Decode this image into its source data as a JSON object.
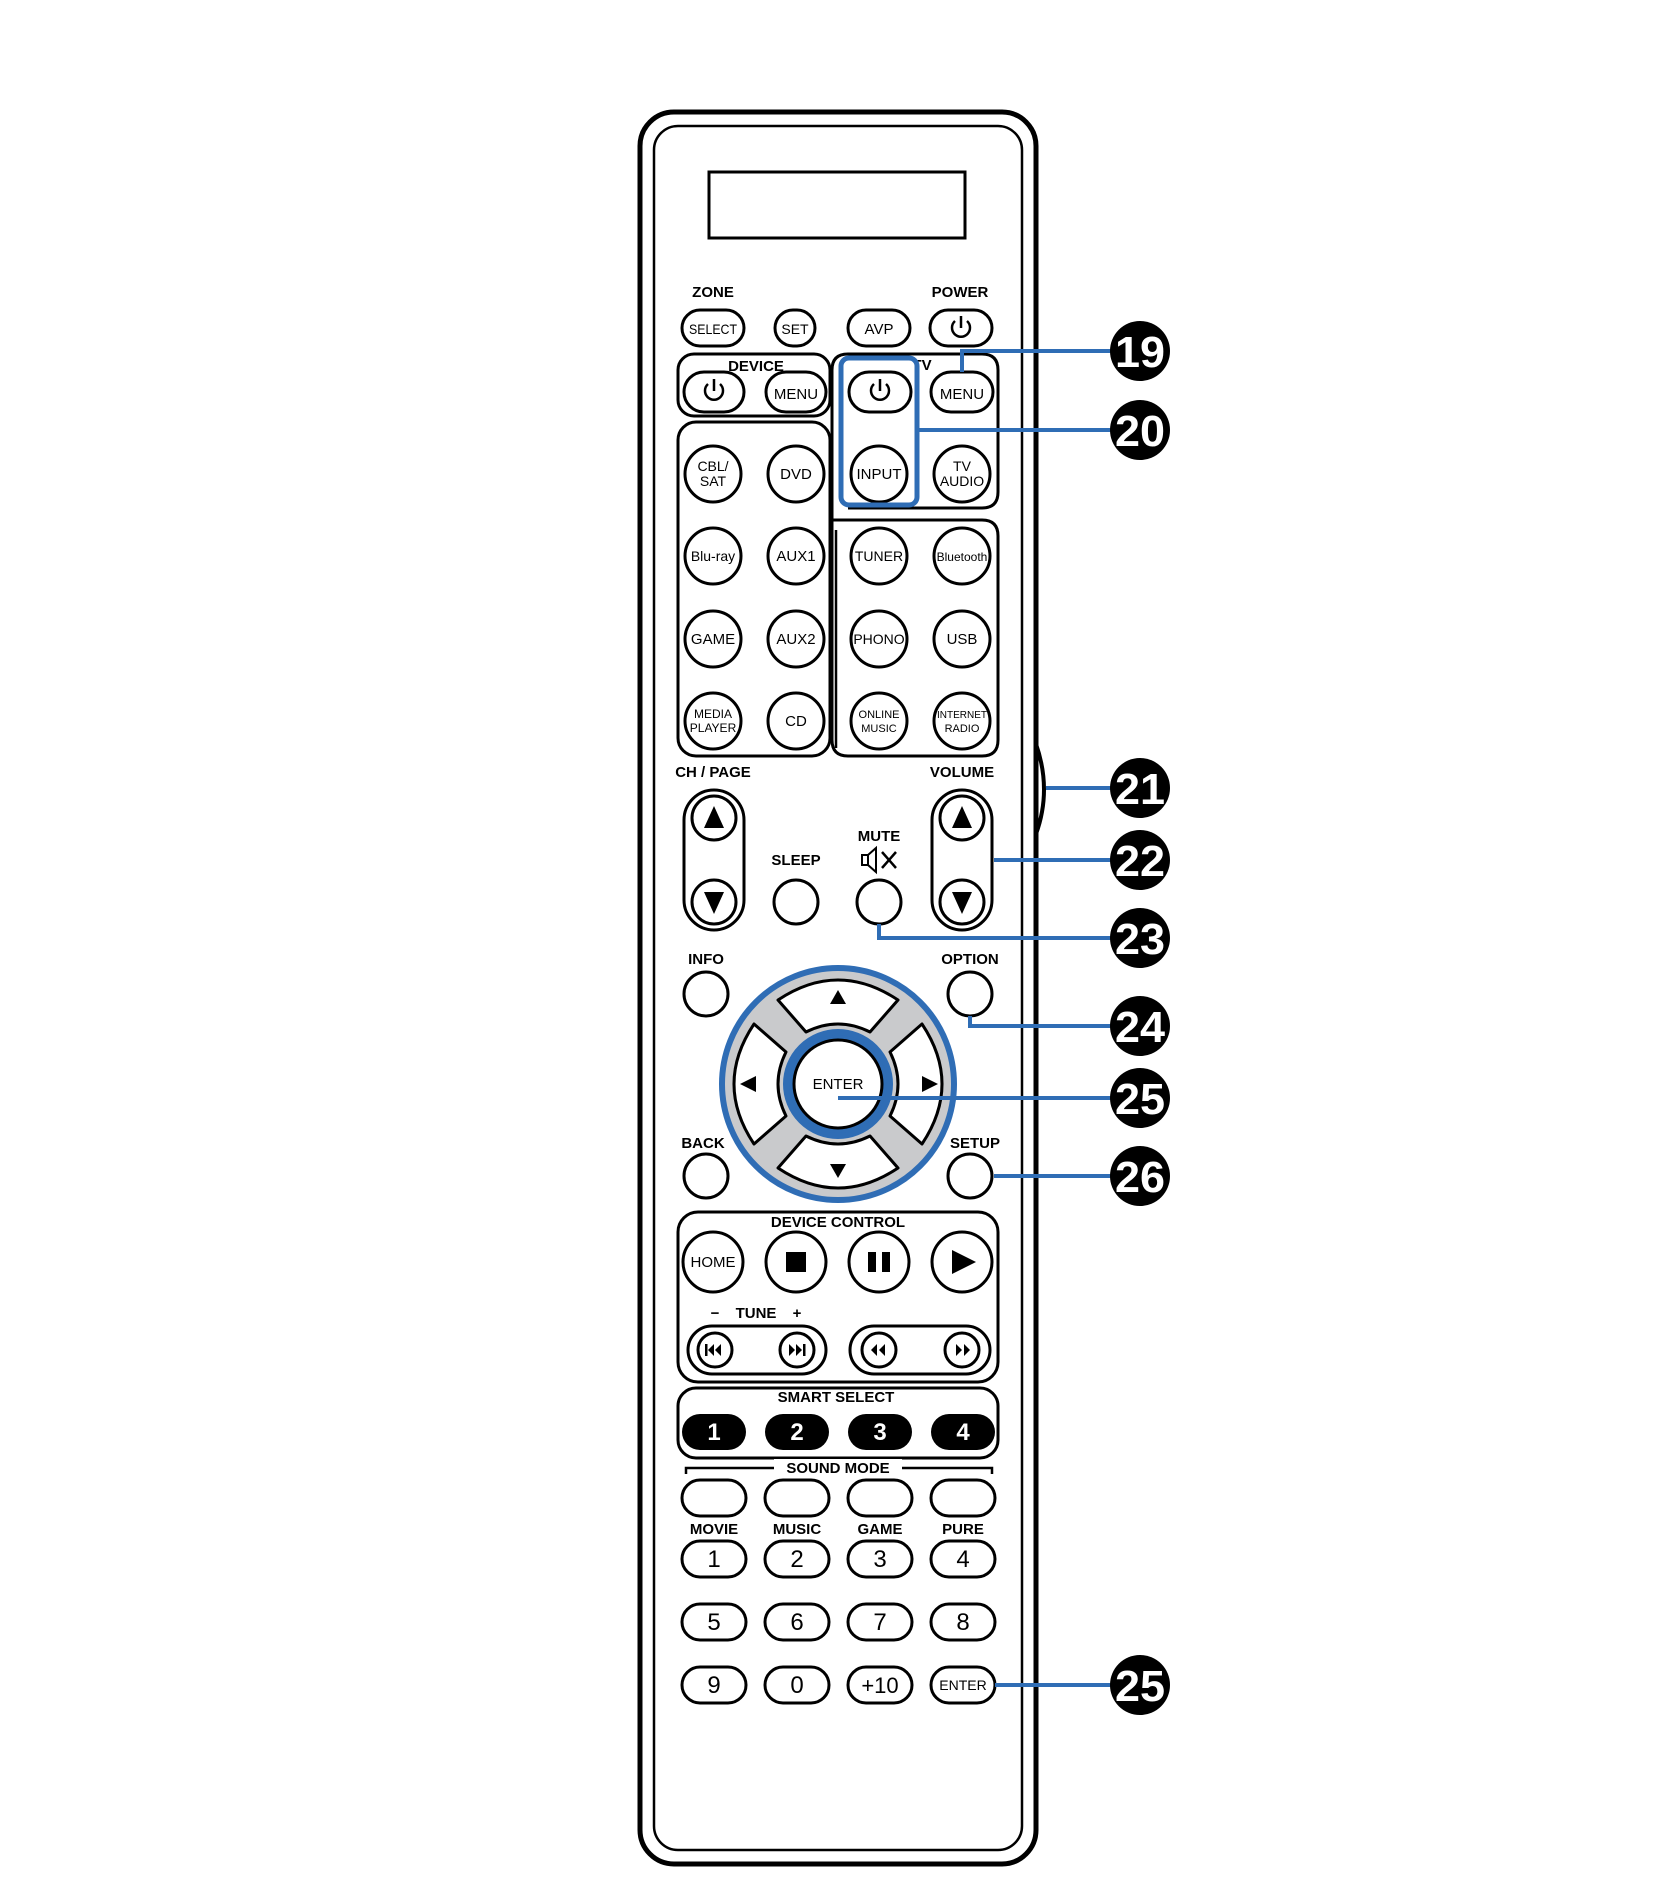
{
  "labels": {
    "zone": "ZONE",
    "power": "POWER",
    "device": "DEVICE",
    "tv": "TV",
    "ch_page": "CH / PAGE",
    "volume": "VOLUME",
    "mute": "MUTE",
    "sleep": "SLEEP",
    "info": "INFO",
    "option": "OPTION",
    "back": "BACK",
    "setup": "SETUP",
    "device_control": "DEVICE CONTROL",
    "tune": "TUNE",
    "tune_minus": "−",
    "tune_plus": "+",
    "smart_select": "SMART SELECT",
    "sound_mode": "SOUND MODE",
    "movie": "MOVIE",
    "music": "MUSIC",
    "game": "GAME",
    "pure": "PURE"
  },
  "buttons": {
    "select": "SELECT",
    "set": "SET",
    "avp": "AVP",
    "device_menu": "MENU",
    "tv_menu": "MENU",
    "input": "INPUT",
    "tv_audio_1": "TV",
    "tv_audio_2": "AUDIO",
    "cbl_1": "CBL/",
    "cbl_2": "SAT",
    "dvd": "DVD",
    "bluray": "Blu-ray",
    "aux1": "AUX1",
    "tuner": "TUNER",
    "bluetooth": "Bluetooth",
    "game": "GAME",
    "aux2": "AUX2",
    "phono": "PHONO",
    "usb": "USB",
    "media_1": "MEDIA",
    "media_2": "PLAYER",
    "cd": "CD",
    "online_1": "ONLINE",
    "online_2": "MUSIC",
    "internet_1": "INTERNET",
    "internet_2": "RADIO",
    "enter_center": "ENTER",
    "home": "HOME",
    "smart1": "1",
    "smart2": "2",
    "smart3": "3",
    "smart4": "4",
    "num1": "1",
    "num2": "2",
    "num3": "3",
    "num4": "4",
    "num5": "5",
    "num6": "6",
    "num7": "7",
    "num8": "8",
    "num9": "9",
    "num0": "0",
    "num_plus10": "+10",
    "enter_small": "ENTER"
  },
  "callouts": {
    "c19": "19",
    "c20": "20",
    "c21": "21",
    "c22": "22",
    "c23": "23",
    "c24": "24",
    "c25a": "25",
    "c26": "26",
    "c25b": "25"
  },
  "colors": {
    "highlight": "#2f6db5",
    "ring_fill": "#c9cacc",
    "callout_bg": "#000000",
    "outline": "#000000"
  }
}
